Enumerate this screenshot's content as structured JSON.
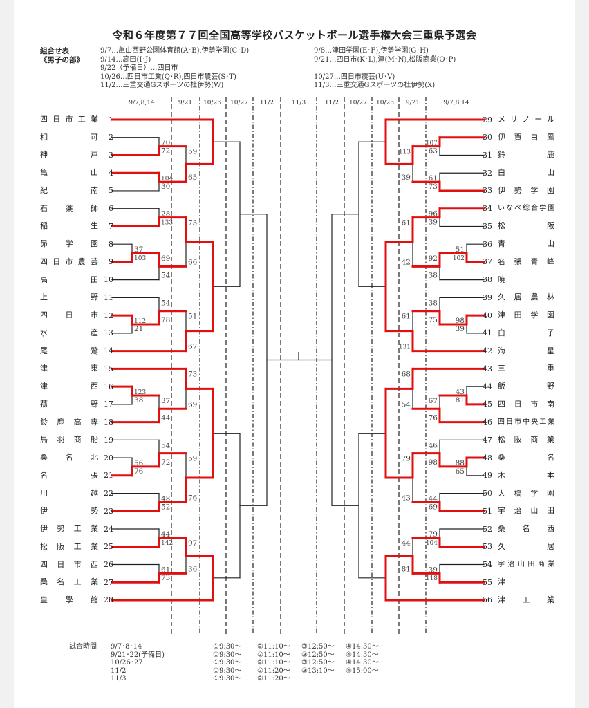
{
  "title": "令和６年度第７７回全国高等学校バスケットボール選手権大会三重県予選会",
  "label": {
    "line1": "組合せ表",
    "line2": "《男子の部》"
  },
  "venues_left": [
    "9/7…亀山西野公園体育館(A･B),伊勢学園(C･D)",
    "9/14…高田(I･J)",
    "9/22（予備日）…四日市",
    "10/26…四日市工業(Q･R),四日市農芸(S･T)",
    "11/2…三重交通Gスポーツの杜伊勢(W)"
  ],
  "venues_right": [
    "9/8…津田学園(E･F),伊勢学園(G･H)",
    "9/21…四日市(K･L),津(M･N),松阪商業(O･P)",
    "",
    "10/27…四日市農芸(U･V)",
    "11/3…三重交通Gスポーツの杜伊勢(X)"
  ],
  "rounds": [
    "9/7,8,14",
    "9/21",
    "10/26",
    "10/27",
    "11/2",
    "11/3",
    "11/2",
    "10/27",
    "10/26",
    "9/21",
    "9/7,8,14"
  ],
  "teams_left": [
    {
      "num": "1",
      "name": "四日市工業"
    },
    {
      "num": "2",
      "name": "相可"
    },
    {
      "num": "3",
      "name": "神戸"
    },
    {
      "num": "4",
      "name": "亀山"
    },
    {
      "num": "5",
      "name": "紀南"
    },
    {
      "num": "6",
      "name": "石薬師"
    },
    {
      "num": "7",
      "name": "稲生"
    },
    {
      "num": "8",
      "name": "昴学園"
    },
    {
      "num": "9",
      "name": "四日市農芸"
    },
    {
      "num": "10",
      "name": "高田"
    },
    {
      "num": "11",
      "name": "上野"
    },
    {
      "num": "12",
      "name": "四日市"
    },
    {
      "num": "13",
      "name": "水産"
    },
    {
      "num": "14",
      "name": "尾鷲"
    },
    {
      "num": "15",
      "name": "津東"
    },
    {
      "num": "16",
      "name": "津西"
    },
    {
      "num": "17",
      "name": "菰野"
    },
    {
      "num": "18",
      "name": "鈴鹿高専"
    },
    {
      "num": "19",
      "name": "鳥羽商船"
    },
    {
      "num": "20",
      "name": "桑名北"
    },
    {
      "num": "21",
      "name": "名張"
    },
    {
      "num": "22",
      "name": "川越"
    },
    {
      "num": "23",
      "name": "伊勢"
    },
    {
      "num": "24",
      "name": "伊勢工業"
    },
    {
      "num": "25",
      "name": "松阪工業"
    },
    {
      "num": "26",
      "name": "四日市西"
    },
    {
      "num": "27",
      "name": "桑名工業"
    },
    {
      "num": "28",
      "name": "皇學館"
    }
  ],
  "teams_right": [
    {
      "num": "29",
      "name": "メリノール"
    },
    {
      "num": "30",
      "name": "伊賀白鳳"
    },
    {
      "num": "31",
      "name": "鈴鹿"
    },
    {
      "num": "32",
      "name": "白山"
    },
    {
      "num": "33",
      "name": "伊勢学園"
    },
    {
      "num": "34",
      "name": "いなべ総合学園"
    },
    {
      "num": "35",
      "name": "松阪"
    },
    {
      "num": "36",
      "name": "青山"
    },
    {
      "num": "37",
      "name": "名張青峰"
    },
    {
      "num": "38",
      "name": "暁"
    },
    {
      "num": "39",
      "name": "久居農林"
    },
    {
      "num": "40",
      "name": "津田学園"
    },
    {
      "num": "41",
      "name": "白子"
    },
    {
      "num": "42",
      "name": "海星"
    },
    {
      "num": "43",
      "name": "三重"
    },
    {
      "num": "44",
      "name": "飯野"
    },
    {
      "num": "45",
      "name": "四日市南"
    },
    {
      "num": "46",
      "name": "四日市中央工業"
    },
    {
      "num": "47",
      "name": "松阪商業"
    },
    {
      "num": "48",
      "name": "桑名"
    },
    {
      "num": "49",
      "name": "木本"
    },
    {
      "num": "50",
      "name": "大橋学園"
    },
    {
      "num": "51",
      "name": "宇治山田"
    },
    {
      "num": "52",
      "name": "桑名西"
    },
    {
      "num": "53",
      "name": "久居"
    },
    {
      "num": "54",
      "name": "宇治山田商業"
    },
    {
      "num": "55",
      "name": "津"
    },
    {
      "num": "56",
      "name": "津工業"
    }
  ],
  "bracket_left": {
    "c": [
      {
        "c": [
          {
            "c": [
              1,
              {
                "c": [
                  {
                    "c": [
                      2,
                      3
                    ],
                    "s": [
                      70,
                      72
                    ]
                  },
                  {
                    "c": [
                      4,
                      5
                    ],
                    "s": [
                      104,
                      30
                    ]
                  }
                ],
                "s": [
                  59,
                  65
                ]
              }
            ],
            "s": null
          },
          {
            "c": [
              {
                "c": [
                  {
                    "c": [
                      6,
                      7
                    ],
                    "s": [
                      28,
                      133
                    ]
                  },
                  {
                    "c": [
                      {
                        "c": [
                          8,
                          9
                        ],
                        "s": [
                          37,
                          103
                        ]
                      },
                      10
                    ],
                    "s": [
                      69,
                      54
                    ]
                  }
                ],
                "s": [
                  73,
                  66
                ]
              },
              {
                "c": [
                  {
                    "c": [
                      11,
                      {
                        "c": [
                          12,
                          13
                        ],
                        "s": [
                          112,
                          21
                        ]
                      }
                    ],
                    "s": [
                      54,
                      78
                    ]
                  },
                  14
                ],
                "s": [
                  51,
                  67
                ]
              }
            ],
            "s": null
          }
        ],
        "s": null
      },
      {
        "c": [
          {
            "c": [
              {
                "c": [
                  15,
                  {
                    "c": [
                      {
                        "c": [
                          16,
                          17
                        ],
                        "s": [
                          123,
                          38
                        ]
                      },
                      18
                    ],
                    "s": [
                      37,
                      44
                    ]
                  }
                ],
                "s": [
                  73,
                  69
                ]
              },
              {
                "c": [
                  {
                    "c": [
                      19,
                      {
                        "c": [
                          20,
                          21
                        ],
                        "s": [
                          56,
                          76
                        ]
                      }
                    ],
                    "s": [
                      54,
                      72
                    ]
                  },
                  {
                    "c": [
                      22,
                      23
                    ],
                    "s": [
                      48,
                      52
                    ]
                  }
                ],
                "s": [
                  59,
                  76
                ]
              }
            ],
            "s": null
          },
          {
            "c": [
              {
                "c": [
                  {
                    "c": [
                      24,
                      25
                    ],
                    "s": [
                      44,
                      142
                    ]
                  },
                  {
                    "c": [
                      26,
                      27
                    ],
                    "s": [
                      61,
                      73
                    ]
                  }
                ],
                "s": [
                  97,
                  36
                ]
              },
              28
            ],
            "s": null
          }
        ],
        "s": null
      }
    ],
    "s": null
  },
  "bracket_right": {
    "c": [
      {
        "c": [
          {
            "c": [
              29,
              {
                "c": [
                  {
                    "c": [
                      30,
                      31
                    ],
                    "s": [
                      107,
                      63
                    ]
                  },
                  {
                    "c": [
                      32,
                      33
                    ],
                    "s": [
                      61,
                      73
                    ]
                  }
                ],
                "s": [
                  113,
                  39
                ]
              }
            ],
            "s": null
          },
          {
            "c": [
              {
                "c": [
                  {
                    "c": [
                      34,
                      35
                    ],
                    "s": [
                      96,
                      39
                    ]
                  },
                  {
                    "c": [
                      {
                        "c": [
                          36,
                          37
                        ],
                        "s": [
                          51,
                          102
                        ]
                      },
                      38
                    ],
                    "s": [
                      92,
                      38
                    ]
                  }
                ],
                "s": [
                  61,
                  42
                ]
              },
              {
                "c": [
                  {
                    "c": [
                      39,
                      {
                        "c": [
                          40,
                          41
                        ],
                        "s": [
                          98,
                          39
                        ]
                      }
                    ],
                    "s": [
                      38,
                      75
                    ]
                  },
                  42
                ],
                "s": [
                  61,
                  131
                ]
              }
            ],
            "s": null
          }
        ],
        "s": null
      },
      {
        "c": [
          {
            "c": [
              {
                "c": [
                  43,
                  {
                    "c": [
                      {
                        "c": [
                          44,
                          45
                        ],
                        "s": [
                          43,
                          81
                        ]
                      },
                      46
                    ],
                    "s": [
                      67,
                      76
                    ]
                  }
                ],
                "s": [
                  68,
                  54
                ]
              },
              {
                "c": [
                  {
                    "c": [
                      47,
                      {
                        "c": [
                          48,
                          49
                        ],
                        "s": [
                          88,
                          65
                        ]
                      }
                    ],
                    "s": [
                      46,
                      98
                    ]
                  },
                  {
                    "c": [
                      50,
                      51
                    ],
                    "s": [
                      44,
                      69
                    ]
                  }
                ],
                "s": [
                  79,
                  43
                ]
              }
            ],
            "s": null
          },
          {
            "c": [
              {
                "c": [
                  {
                    "c": [
                      52,
                      53
                    ],
                    "s": [
                      79,
                      104
                    ]
                  },
                  {
                    "c": [
                      54,
                      55
                    ],
                    "s": [
                      39,
                      118
                    ]
                  }
                ],
                "s": [
                  44,
                  81
                ]
              },
              56
            ],
            "s": null
          }
        ],
        "s": null
      }
    ],
    "s": null
  },
  "schedule": {
    "label": "試合時間",
    "rows": [
      {
        "date": "9/7･8･14",
        "times": [
          "①9:30～",
          "②11:10～",
          "③12:50～",
          "④14:30～"
        ]
      },
      {
        "date": "9/21･22(予備日)",
        "times": [
          "①9:30～",
          "②11:10～",
          "③12:50～",
          "④14:30～"
        ]
      },
      {
        "date": "10/26･27",
        "times": [
          "①9:30～",
          "②11:10～",
          "③12:50～",
          "④14:30～"
        ]
      },
      {
        "date": "11/2",
        "times": [
          "①9:30～",
          "②11:20～",
          "③13:10～",
          "④15:00～"
        ]
      },
      {
        "date": "11/3",
        "times": [
          "①9:30～",
          "②11:20～"
        ]
      }
    ]
  },
  "colors": {
    "winner_line": "#e01010",
    "line": "#222222"
  }
}
